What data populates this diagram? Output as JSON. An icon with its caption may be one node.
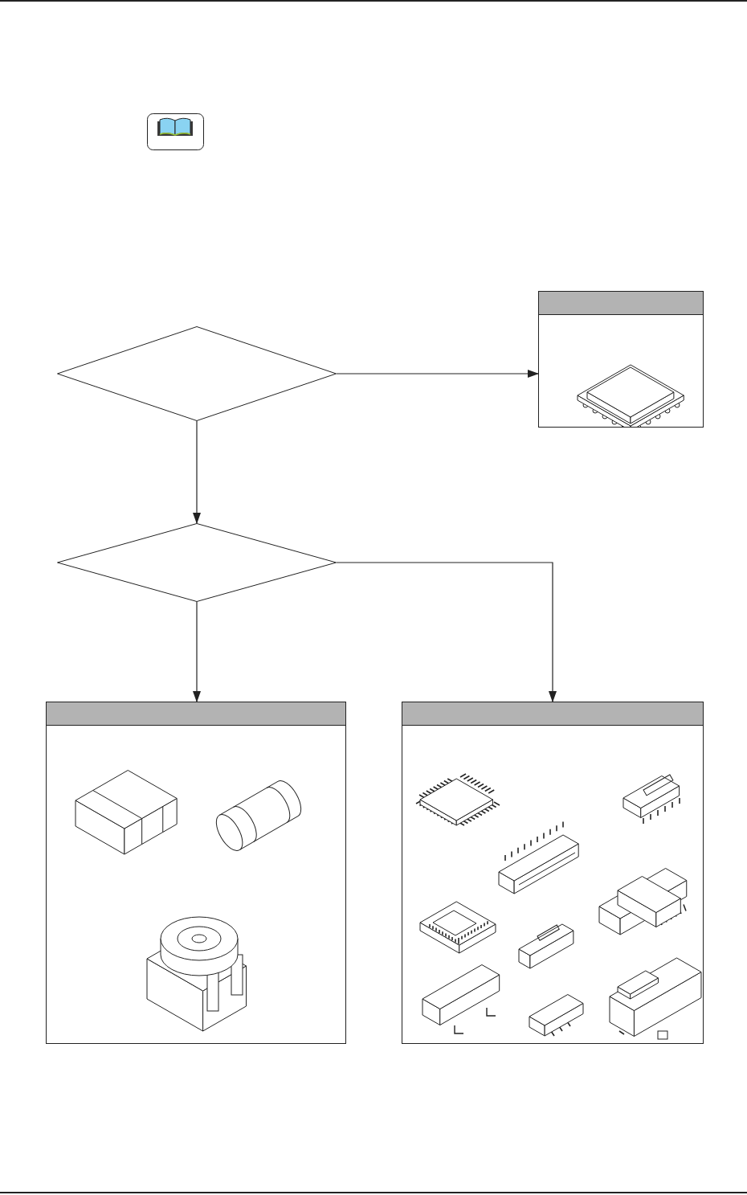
{
  "diagram": {
    "nodes": [
      {
        "text": [],
        "shape": "diamond"
      },
      {
        "text": [],
        "shape": "diamond"
      },
      {
        "text": [],
        "shape": "box"
      },
      {
        "text": [],
        "shape": "box"
      },
      {
        "text": [],
        "shape": "box"
      }
    ],
    "edges": [
      {
        "from": 0,
        "to": 2,
        "arrow": "to"
      },
      {
        "from": 0,
        "to": 1,
        "arrow": "to"
      },
      {
        "from": 1,
        "to": 3,
        "arrow": "to"
      },
      {
        "from": 1,
        "to": 4,
        "arrow": "to"
      }
    ]
  }
}
